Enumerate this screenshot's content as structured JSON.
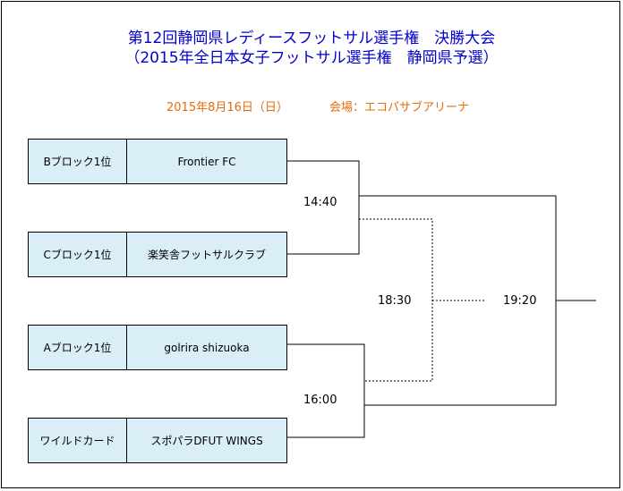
{
  "title_line1": "第12回静岡県レディースフットサル選手権　決勝大会",
  "title_line2": "（2015年全日本女子フットサル選手権　静岡県予選）",
  "date": "2015年8月16日（日）",
  "venue": "会場：エコパサブアリーナ",
  "colors": {
    "title": "#0000cc",
    "subtitle": "#e36c09",
    "team_fill": "#daeef8"
  },
  "teams": [
    {
      "seed": "Bブロック1位",
      "name": "Frontier FC"
    },
    {
      "seed": "Cブロック1位",
      "name": "楽笑舎フットサルクラブ"
    },
    {
      "seed": "Aブロック1位",
      "name": "golrira shizuoka"
    },
    {
      "seed": "ワイルドカード",
      "name": "スポパラDFUT WINGS"
    }
  ],
  "matches": {
    "semifinal_1": "14:40",
    "semifinal_2": "16:00",
    "third_place": "18:30",
    "final": "19:20"
  }
}
